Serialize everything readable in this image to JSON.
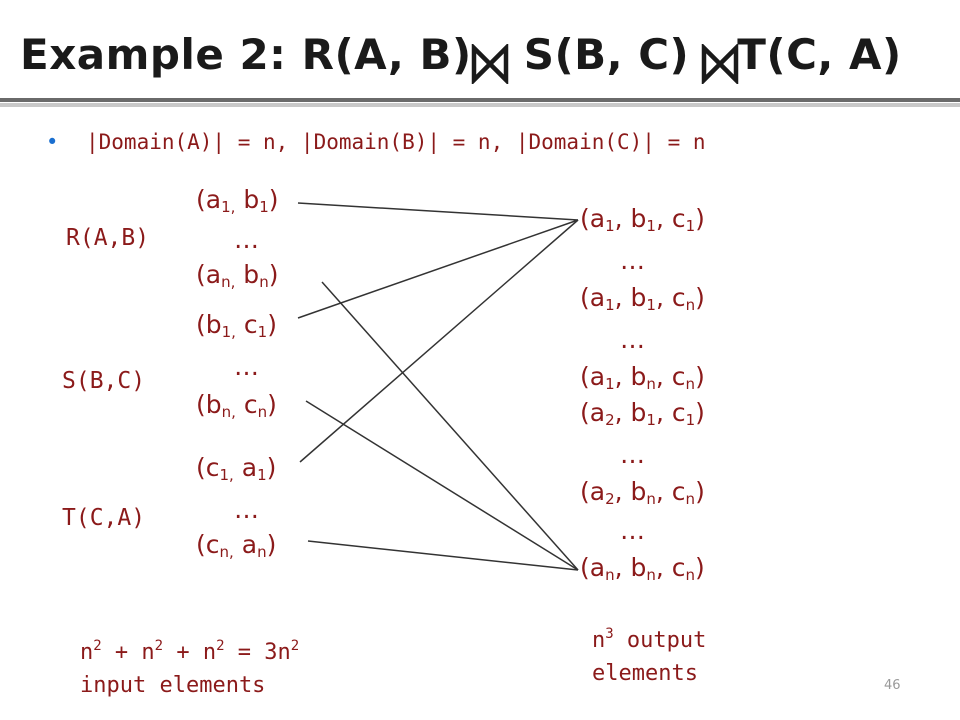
{
  "title": {
    "part1": "Example 2: R(A, B)",
    "part2": "S(B, C)",
    "part3": "T(C, A)"
  },
  "bullet": "|Domain(A)| = n, |Domain(B)| = n, |Domain(C)| = n",
  "relations": {
    "r_label": "R(A,B)",
    "s_label": "S(B,C)",
    "t_label": "T(C,A)"
  },
  "inputs": {
    "r_first": [
      "(a",
      "1,",
      " b",
      "1",
      ")"
    ],
    "r_dots": "…",
    "r_last": [
      "(a",
      "n,",
      " b",
      "n",
      ")"
    ],
    "s_first": [
      "(b",
      "1,",
      " c",
      "1",
      ")"
    ],
    "s_dots": "…",
    "s_last": [
      "(b",
      "n,",
      " c",
      "n",
      ")"
    ],
    "t_first": [
      "(c",
      "1,",
      " a",
      "1",
      ")"
    ],
    "t_dots": "…",
    "t_last": [
      "(c",
      "n,",
      " a",
      "n",
      ")"
    ]
  },
  "outputs": {
    "o1": "(a1, b1, c1)",
    "dots1": "…",
    "o2": "(a1, b1, cn)",
    "dots2": "…",
    "o3": "(a1, bn, cn)",
    "o4": "(a2, b1, c1)",
    "dots3": "…",
    "o5": "(a2, bn, cn)",
    "dots4": "…",
    "o6": "(an, bn, cn)"
  },
  "notes": {
    "input_count_line1": "n2 + n2 + n2 = 3n2",
    "input_count_line2": "input elements",
    "output_count_line1": "n3 output",
    "output_count_line2": "elements"
  },
  "page_number": "46",
  "colors": {
    "accent": "#8b1a1a",
    "bullet": "#1a6fd0",
    "title": "#1a1a1a"
  }
}
